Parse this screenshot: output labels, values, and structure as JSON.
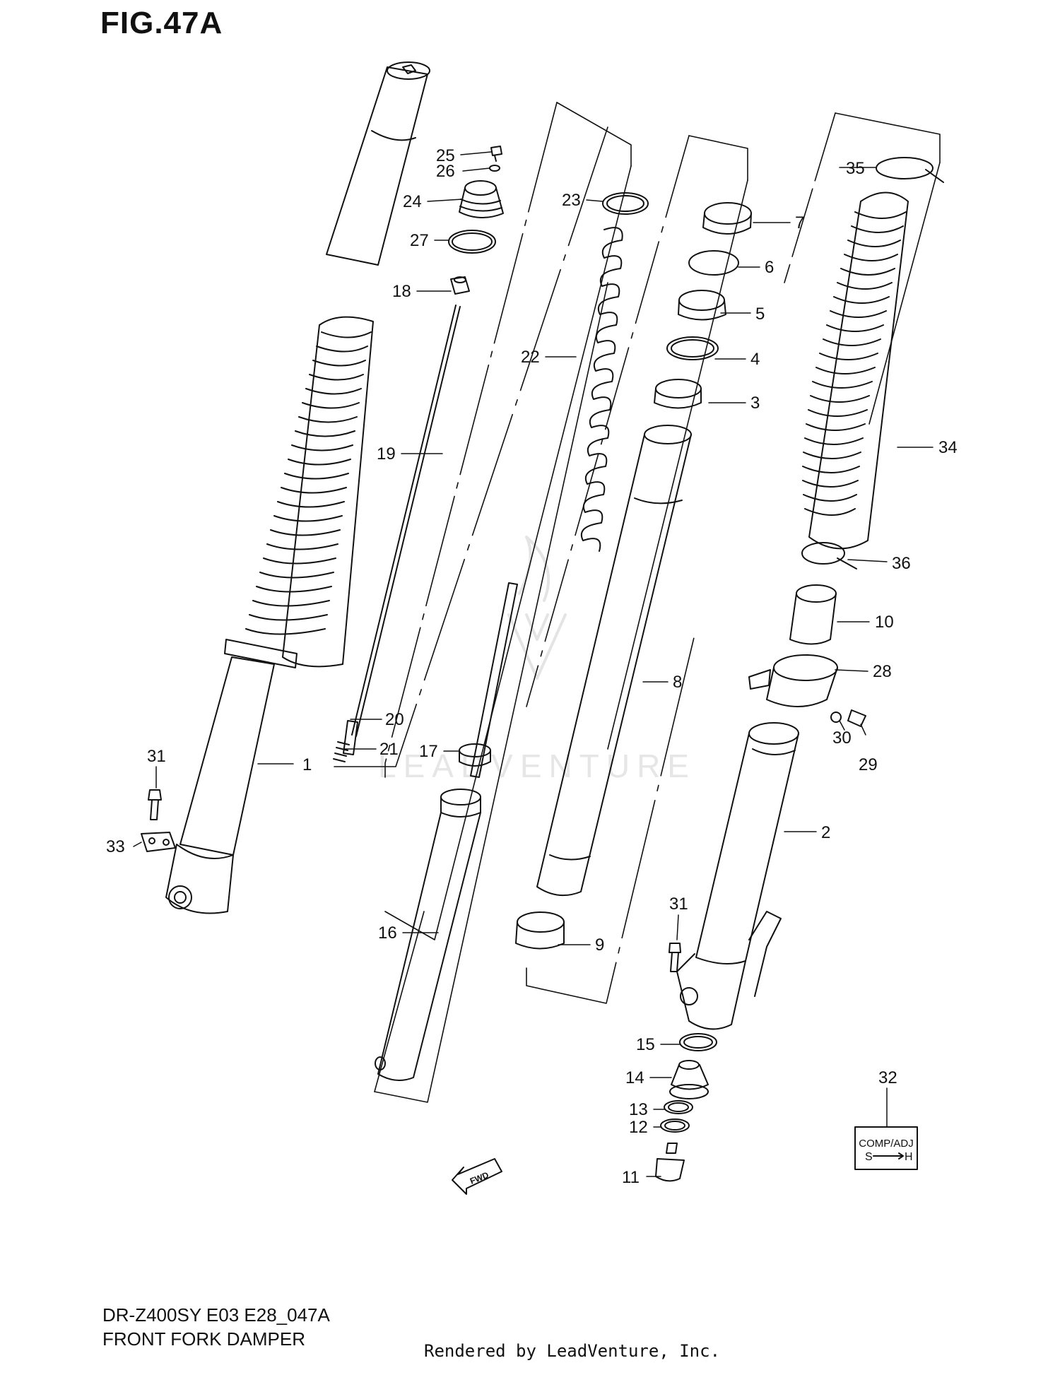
{
  "figure": {
    "title": "FIG.47A",
    "model_code": "DR-Z400SY E03 E28_047A",
    "diagram_name": "FRONT FORK DAMPER",
    "rendered_by": "Rendered by LeadVenture, Inc.",
    "watermark": "LEADVENTURE"
  },
  "callouts": [
    "1",
    "2",
    "3",
    "4",
    "5",
    "6",
    "7",
    "8",
    "9",
    "10",
    "11",
    "12",
    "13",
    "14",
    "15",
    "16",
    "17",
    "18",
    "19",
    "20",
    "21",
    "22",
    "23",
    "24",
    "25",
    "26",
    "27",
    "28",
    "29",
    "30",
    "31",
    "31",
    "32",
    "33",
    "34",
    "35",
    "36"
  ],
  "fwd_label": "FWD",
  "comp_adj": {
    "line1": "COMP/ADJ",
    "left": "S",
    "right": "H"
  },
  "colors": {
    "line": "#111111",
    "watermark": "#e4e4e4"
  }
}
